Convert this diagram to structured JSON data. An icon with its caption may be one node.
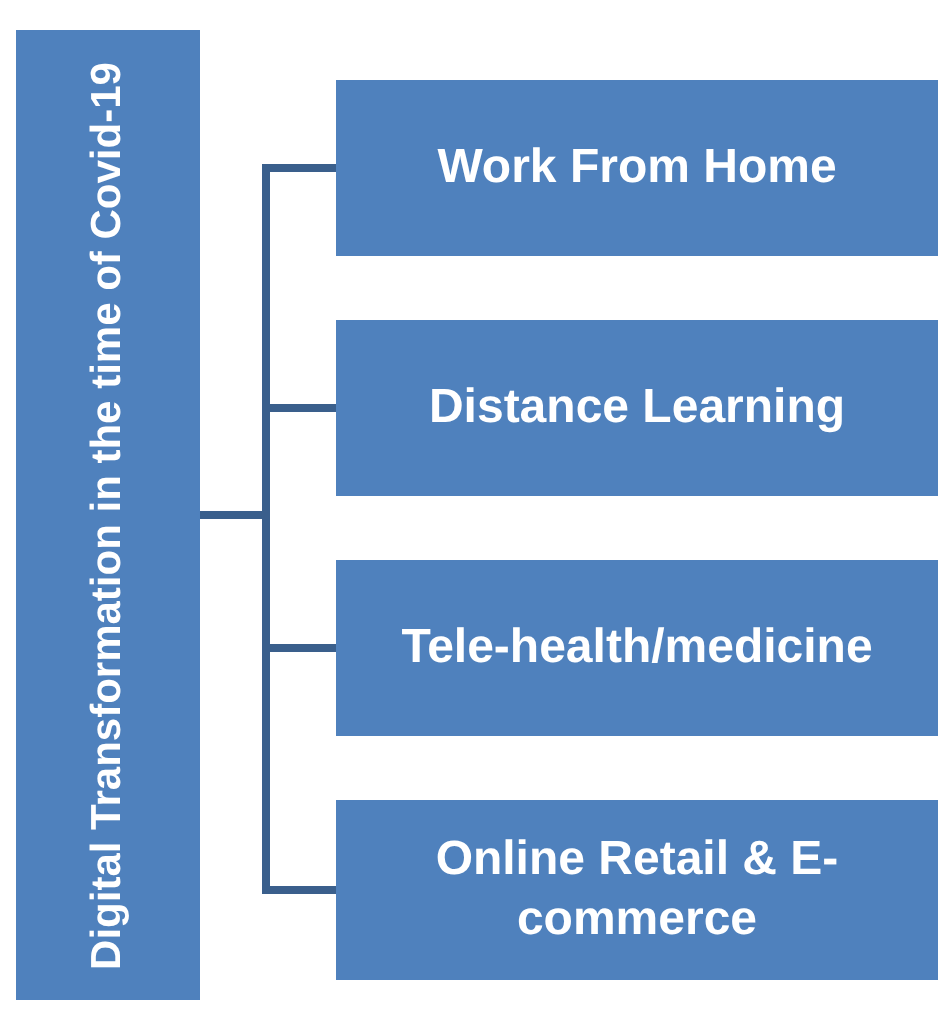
{
  "diagram": {
    "nodes": [
      {
        "text": [
          "Digital Transformation in the time of Covid-19"
        ]
      },
      {
        "text": [
          "Work From Home"
        ]
      },
      {
        "text": [
          "Distance Learning"
        ]
      },
      {
        "text": [
          "Tele-health/medicine"
        ]
      },
      {
        "text": [
          "Online Retail & E-commerce"
        ]
      }
    ],
    "edges": [
      {
        "from": 0,
        "to": 1,
        "arrow": "none"
      },
      {
        "from": 0,
        "to": 2,
        "arrow": "none"
      },
      {
        "from": 0,
        "to": 3,
        "arrow": "none"
      },
      {
        "from": 0,
        "to": 4,
        "arrow": "none"
      }
    ]
  }
}
